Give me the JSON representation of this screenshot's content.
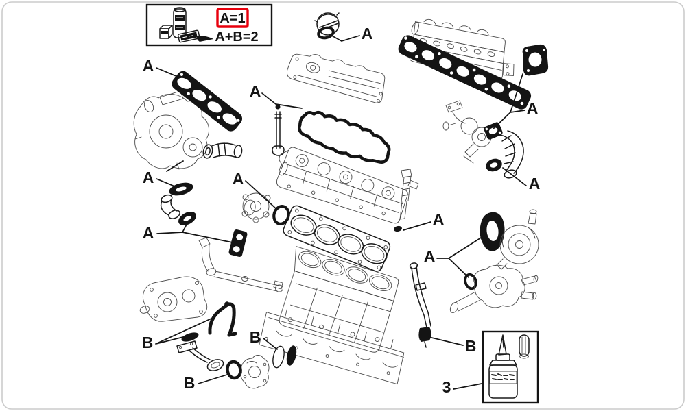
{
  "diagram": {
    "background": "#ffffff",
    "frame_color": "#cccccc",
    "line_color": "#1a1a1a",
    "gasket_color": "#141414",
    "highlight_color": "#e8000d"
  },
  "legend": {
    "items": [
      {
        "label": "A=1",
        "highlighted": true
      },
      {
        "label": "A+B=2",
        "highlighted": false
      }
    ]
  },
  "callouts": [
    {
      "id": "a-exhaust-manifold-gasket",
      "text": "A"
    },
    {
      "id": "a-valve-cover-gasket",
      "text": "A"
    },
    {
      "id": "a-oil-filler-cap-seal",
      "text": "A"
    },
    {
      "id": "a-intake-and-throttle-gaskets",
      "text": "A"
    },
    {
      "id": "a-turbo-drain-gaskets",
      "text": "A"
    },
    {
      "id": "a-water-pump-seal",
      "text": "A"
    },
    {
      "id": "a-egr-cooler-gaskets",
      "text": "A"
    },
    {
      "id": "a-egr-hose-gasket",
      "text": "A"
    },
    {
      "id": "a-injector-seal",
      "text": "A"
    },
    {
      "id": "a-vacuum-pump-thermostat-seals",
      "text": "A"
    },
    {
      "id": "b-oil-pump-gaskets",
      "text": "B"
    },
    {
      "id": "b-bedplate-seals",
      "text": "B"
    },
    {
      "id": "b-crankshaft-seal",
      "text": "B"
    },
    {
      "id": "b-dipstick-grommet",
      "text": "B"
    },
    {
      "id": "ref-sealant-kit",
      "text": "3"
    }
  ]
}
